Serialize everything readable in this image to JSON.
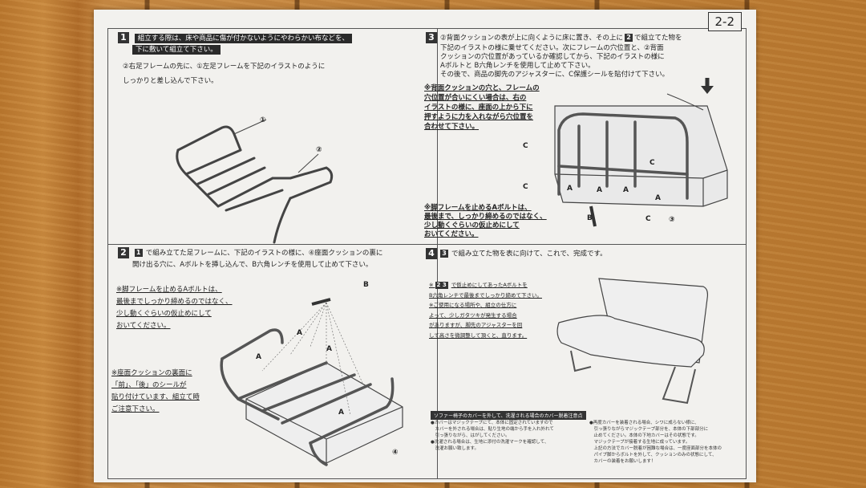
{
  "page_number": "2-2",
  "step1": {
    "num": "1",
    "heading_line1": "組立する際は、床や商品に傷が付かないようにやわらかい布などを、",
    "heading_line2": "下に敷いて組立て下さい。",
    "text_line1": "②右足フレームの先に、①左足フレームを下記のイラストのように",
    "text_line2": "しっかりと差し込んで下さい。",
    "part1": "①",
    "part2": "②"
  },
  "step2": {
    "num": "2",
    "text_line1": "で組み立てた足フレームに、下記のイラストの様に、④座面クッションの裏に",
    "ref": "1",
    "text_line2": "開け出る穴に、Aボルトを挿し込んで、B六角レンチを使用して止めて下さい。",
    "note1": [
      "※脚フレームを止めるAボルトは、",
      "最後までしっかり締めるのではなく、",
      "少し動くぐらいの仮止めにして",
      "おいてください。"
    ],
    "note2": [
      "※座面クッションの裏面に",
      "「前」、「後」のシールが",
      "貼り付けています、組立て時",
      "ご注意下さい。"
    ],
    "label_b": "B",
    "label_a": "A",
    "part4": "④"
  },
  "step3": {
    "num": "3",
    "text_line1": "②背面クッションの表が上に向くように床に置き、その上に",
    "ref": "2",
    "text_line1b": "で組立てた物を",
    "text_line2": "下記のイラストの様に乗せてください。次にフレームの穴位置と、②背面",
    "text_line3": "クッションの穴位置があっているか確認してから、下記のイラストの様に",
    "text_line4": "Aボルトと B六角レンチを使用して止めて下さい。",
    "text_line5": "その後で、商品の脚先のアジャスターに、C保護シールを貼付けて下さい。",
    "note1": [
      "※背面クッションの穴と、フレームの",
      "穴位置が合いにくい場合は、右の",
      "イラストの様に、座面の上から下に",
      "押すように力を入れながら穴位置を",
      "合わせて下さい。"
    ],
    "note2": [
      "※脚フレームを止めるAボルトは、",
      "最後まで、しっかり締めるのではなく、",
      "少し動くぐらいの仮止めにして",
      "おいてください。"
    ],
    "label_c": "C",
    "label_a": "A",
    "label_b": "B",
    "part3": "③"
  },
  "step4": {
    "num": "4",
    "ref": "3",
    "text": "で組み立てた物を表に向けて、これで、完成です。",
    "note_prefix": "※",
    "note_refs": "2 3",
    "note": [
      "で仮止めにしてあったAボルトを",
      "B六角レンチで最後までしっかり締めて下さい。",
      "※ご使用になる場所や、組立の仕方に",
      "よって、少しガタツキが発生する場合",
      "がありますが、脚先のアジャスターを回",
      "して高さを微調整して頂くと、直ります。"
    ],
    "warn_head": "ソファー椅子のカバーを外して、洗濯される場合のカバー脱着注意点",
    "warn_left": [
      "●カバーはマジックテープにて、本体に固定されていますので",
      "　カバーを外される場合は、貼り生地の端から手を入れ外れて",
      "　引っ張りながら、はがしてください。",
      "●洗濯される場合は、生地に添付の洗濯マークを確認して、",
      "　洗濯お願い致します。"
    ],
    "warn_right": [
      "●再度カバーを装着される場合、シワに成らない様に、",
      "　引っ張りながらマジックテープ部分を、本体の下部部分に",
      "　止めてください。本体の下地カバーはその状態です。",
      "　マジックテープが接着する生地に成っています。",
      "　上記の方法でカバー脱着が困難な場合は、一度座面部分を本体の",
      "　パイプ脚からボルトを外して、クッションのみの状態にして、",
      "　カバーの装着をお願いします！"
    ]
  }
}
